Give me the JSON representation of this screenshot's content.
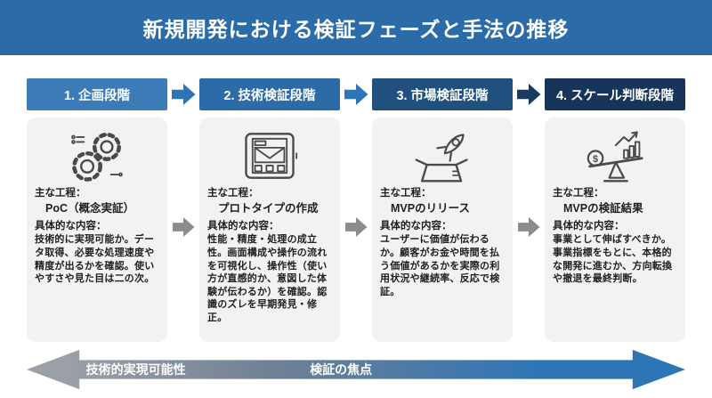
{
  "title": "新規開発における検証フェーズと手法の推移",
  "colors": {
    "title_bar": "#2b6ca8",
    "card_bg": "#f2f2f2",
    "header_arrow_blue": "#2e75b6",
    "header_arrow_dark": "#1b3a5f",
    "card_arrow_gray": "#8c8c8c",
    "bottom_gradient_from": "#9aa0a6",
    "bottom_gradient_to": "#2e75b6"
  },
  "phases": [
    {
      "header": "1. 企画段階",
      "header_color": "#3c7ab8",
      "icon": "gears-circuit-icon",
      "process_label": "主な工程：",
      "process_name": "PoC（概念実証）",
      "detail_label": "具体的な内容：",
      "detail_text": "技術的に実現可能か。データ取得、必要な処理速度や精度が出るかを確認。使いやすさや見た目は二の次。"
    },
    {
      "header": "2. 技術検証段階",
      "header_color": "#2d6aa8",
      "icon": "tablet-wireframe-icon",
      "process_label": "主な工程：",
      "process_name": "プロトタイプの作成",
      "detail_label": "具体的な内容：",
      "detail_text": "性能・精度・処理の成立性。画面構成や操作の流れを可視化し、操作性（使い方が直感的か、意図した体験が伝わるか）を確認。認識のズレを早期発見・修正。"
    },
    {
      "header": "3. 市場検証段階",
      "header_color": "#20517e",
      "icon": "rocket-box-icon",
      "process_label": "主な工程：",
      "process_name": "MVPのリリース",
      "detail_label": "具体的な内容：",
      "detail_text": "ユーザーに価値が伝わるか。顧客がお金や時間を払う価値があるかを実際の利用状況や継続率、反応で検証。"
    },
    {
      "header": "4. スケール判断段階",
      "header_color": "#17355a",
      "icon": "balance-growth-icon",
      "process_label": "主な工程：",
      "process_name": "MVPの検証結果",
      "detail_label": "具体的な内容：",
      "detail_text": "事業として伸ばすべきか。事業指標をもとに、本格的な開発に進むか、方向転換や撤退を最終判断。"
    }
  ],
  "bottom_arrow": {
    "left_label": "技術的実現可能性",
    "center_label": "検証の焦点"
  }
}
